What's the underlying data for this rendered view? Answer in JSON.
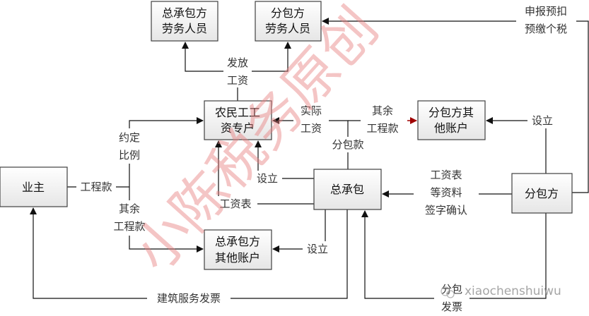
{
  "boxes": {
    "gc_labor": [
      "总承包方",
      "劳务人员"
    ],
    "sub_labor": [
      "分包方",
      "劳务人员"
    ],
    "wage_account": [
      "农民工工",
      "资专户"
    ],
    "sub_other": [
      "分包方其",
      "他账户"
    ],
    "owner": "业主",
    "gc": "总承包",
    "sub": "分包方",
    "gc_other": [
      "总承包方",
      "其他账户"
    ]
  },
  "labels": {
    "pay_wages": [
      "发放",
      "工资"
    ],
    "tax": [
      "申报预扣",
      "预缴个税"
    ],
    "project_payment": "工程款",
    "agreed_ratio": [
      "约定",
      "比例"
    ],
    "remaining_payment_left": [
      "其余",
      "工程款"
    ],
    "actual_wages": [
      "实际",
      "工资"
    ],
    "remaining_payment_right": [
      "其余",
      "工程款"
    ],
    "sub_payment": "分包款",
    "establish_wage": "设立",
    "payroll": "工资表",
    "establish_gc_other": "设立",
    "establish_sub_other": "设立",
    "payroll_docs": [
      "工资表",
      "等资料",
      "签字确认"
    ],
    "construction_invoice": "建筑服务发票",
    "sub_invoice": [
      "分包",
      "发票"
    ]
  },
  "watermark": "小陈税务原创",
  "account_tag": "xiaochenshuiwu",
  "colors": {
    "accent_red": "#a00000",
    "watermark": "#e88080"
  }
}
